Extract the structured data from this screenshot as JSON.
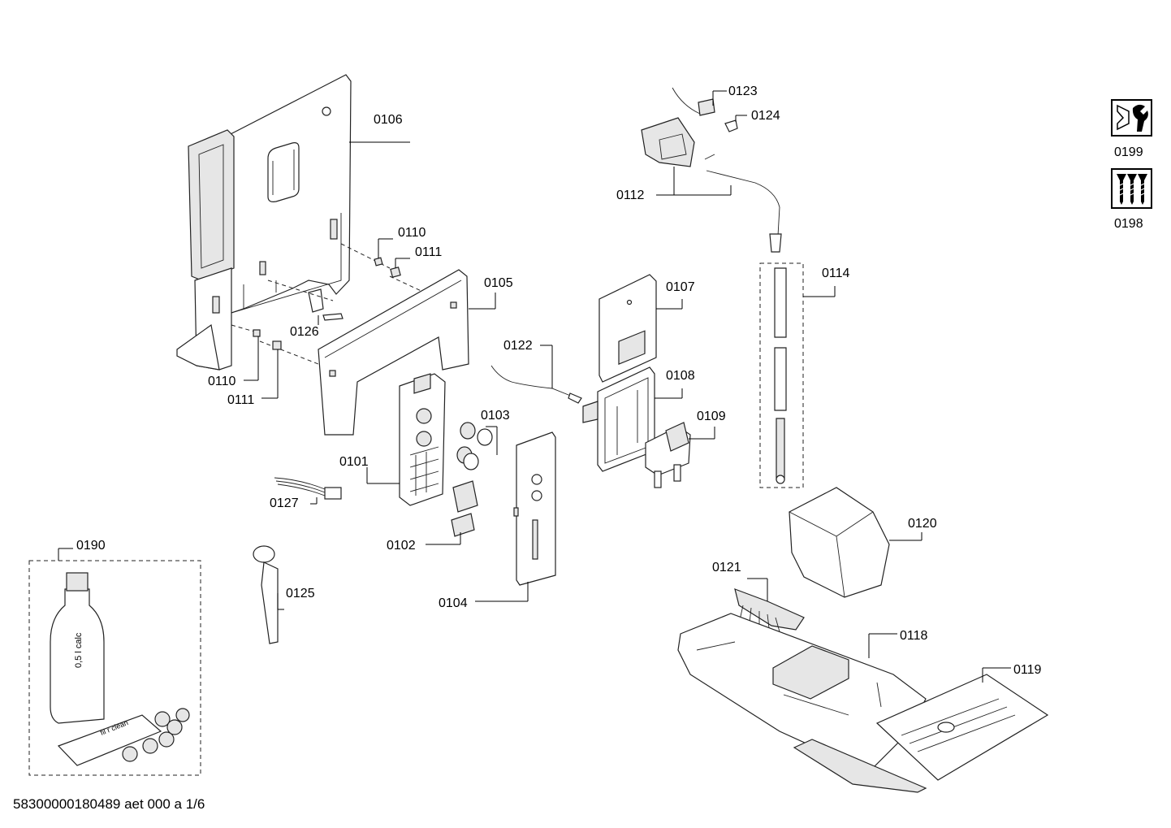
{
  "labels": {
    "p0106": "0106",
    "p0110a": "0110",
    "p0111a": "0111",
    "p0105": "0105",
    "p0126": "0126",
    "p0110b": "0110",
    "p0111b": "0111",
    "p0101": "0101",
    "p0103": "0103",
    "p0127": "0127",
    "p0102": "0102",
    "p0104": "0104",
    "p0122": "0122",
    "p0107": "0107",
    "p0108": "0108",
    "p0109": "0109",
    "p0123": "0123",
    "p0124": "0124",
    "p0112": "0112",
    "p0114": "0114",
    "p0120": "0120",
    "p0121": "0121",
    "p0118": "0118",
    "p0119": "0119",
    "p0190": "0190",
    "p0125": "0125",
    "p0199": "0199",
    "p0198": "0198"
  },
  "bottle_text": "0,5 l calc",
  "box_text": "fil r clean",
  "footer": "58300000180489 aet 000 a 1/6",
  "icons": [
    "service-tool-icon",
    "screws-icon"
  ]
}
